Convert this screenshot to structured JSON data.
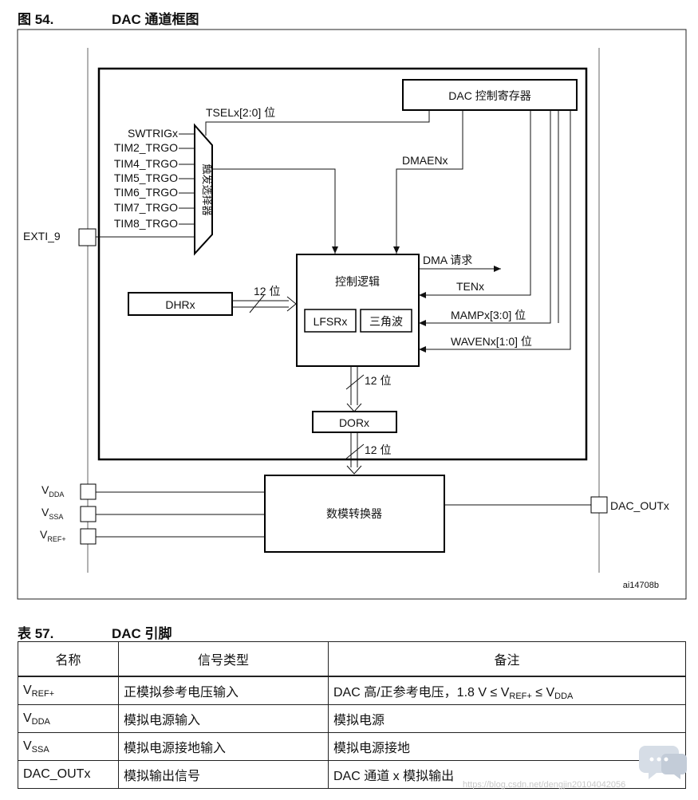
{
  "figure": {
    "label": "图 54.",
    "title": "DAC 通道框图",
    "id_tag": "ai14708b",
    "blocks": {
      "dac_ctrl_reg": "DAC 控制寄存器",
      "ctrl_logic": "控制逻辑",
      "lfsr": "LFSRx",
      "triangle": "三角波",
      "dhr": "DHRx",
      "dor": "DORx",
      "dac_converter": "数模转换器",
      "trigger_selector": "触发选择器"
    },
    "signals": {
      "tsel": "TSELx[2:0] 位",
      "dmaen": "DMAENx",
      "dma_req": "DMA 请求",
      "ten": "TENx",
      "mamp": "MAMPx[3:0] 位",
      "waven": "WAVENx[1:0] 位",
      "bits12_a": "12 位",
      "bits12_b": "12 位",
      "bits12_c": "12 位"
    },
    "triggers": [
      "SWTRIGx",
      "TIM2_TRGO",
      "TIM4_TRGO",
      "TIM5_TRGO",
      "TIM6_TRGO",
      "TIM7_TRGO",
      "TIM8_TRGO"
    ],
    "pins": {
      "exti9": "EXTI_9",
      "vdda_main": "V",
      "vdda_sub": "DDA",
      "vssa_main": "V",
      "vssa_sub": "SSA",
      "vref_main": "V",
      "vref_sub": "REF+",
      "dac_out": "DAC_OUTx"
    }
  },
  "table": {
    "label": "表 57.",
    "title": "DAC 引脚",
    "headers": [
      "名称",
      "信号类型",
      "备注"
    ],
    "rows": [
      {
        "name_main": "V",
        "name_sub": "REF+",
        "type": "正模拟参考电压输入",
        "note_pre": "DAC 高/正参考电压，1.8 V ≤ V",
        "note_sub1": "REF+",
        "note_mid": " ≤ V",
        "note_sub2": "DDA"
      },
      {
        "name_main": "V",
        "name_sub": "DDA",
        "type": "模拟电源输入",
        "note": "模拟电源"
      },
      {
        "name_main": "V",
        "name_sub": "SSA",
        "type": "模拟电源接地输入",
        "note": "模拟电源接地"
      },
      {
        "name_main": "DAC_OUTx",
        "name_sub": "",
        "type": "模拟输出信号",
        "note": "DAC 通道 x 模拟输出"
      }
    ]
  },
  "watermark_text": "https://blog.csdn.net/dengjin20104042056"
}
